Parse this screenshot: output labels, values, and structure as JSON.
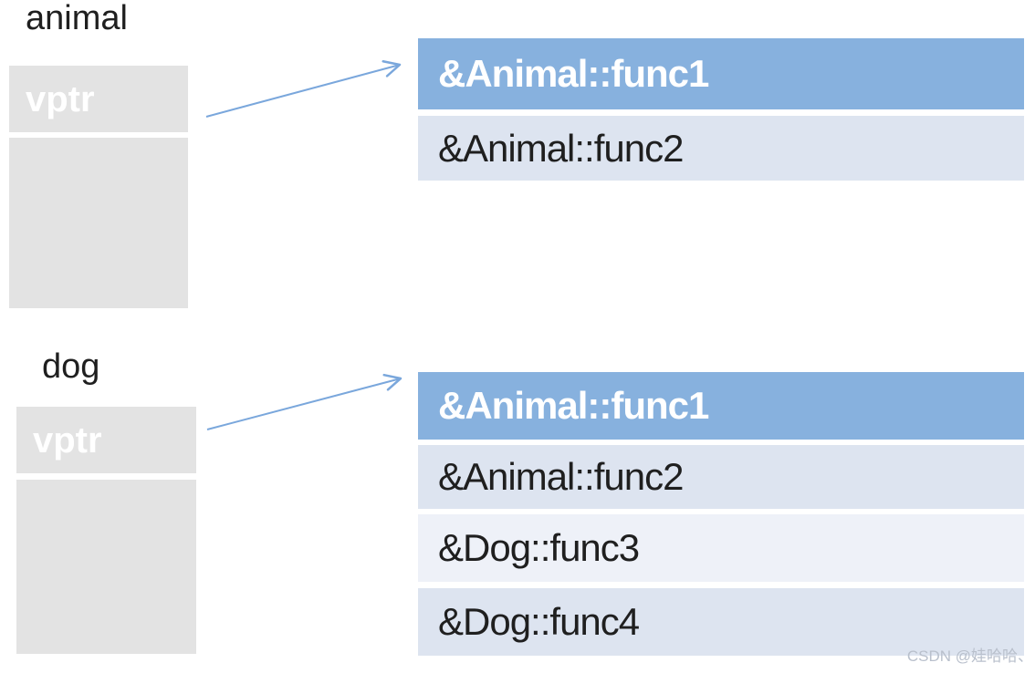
{
  "objects": {
    "animal": {
      "label": "animal",
      "vptr_label": "vptr",
      "vtable_rows": [
        "&Animal::func1",
        "&Animal::func2"
      ]
    },
    "dog": {
      "label": "dog",
      "vptr_label": "vptr",
      "vtable_rows": [
        "&Animal::func1",
        "&Animal::func2",
        "&Dog::func3",
        "&Dog::func4"
      ]
    }
  },
  "watermark": "CSDN @娃哈哈、",
  "colors": {
    "header_blue": "#87b1de",
    "row_band_dark": "#dde4f0",
    "row_band_light": "#eef1f8",
    "memory_gray": "#e3e3e3",
    "arrow_blue": "#7aa7dc",
    "header_text": "#ffffff",
    "body_text": "#1f1f1f",
    "watermark_gray": "#b9c0cc"
  }
}
